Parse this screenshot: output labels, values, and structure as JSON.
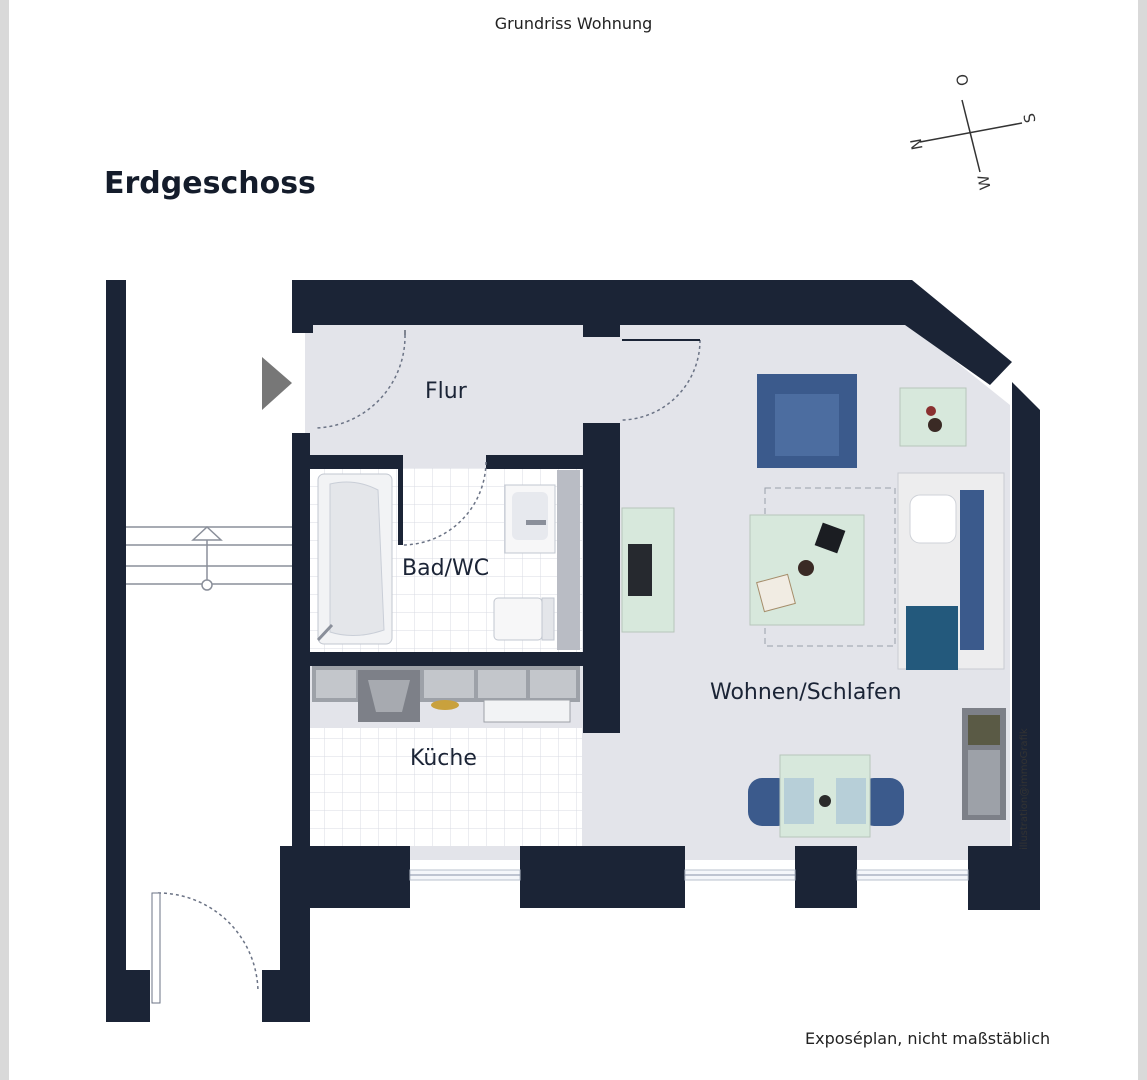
{
  "header": {
    "title": "Grundriss Wohnung"
  },
  "floor": {
    "name": "Erdgeschoss"
  },
  "rooms": {
    "flur": "Flur",
    "bad": "Bad/WC",
    "kueche": "Küche",
    "wohnen": "Wohnen/Schlafen"
  },
  "compass": {
    "north": "N",
    "south": "S",
    "east": "O",
    "west": "W"
  },
  "credit": "illustration@immoGrafik",
  "footer": {
    "note": "Exposéplan, nicht maßstäblich"
  },
  "colors": {
    "wall": "#1b2436",
    "floor": "#e3e4ea",
    "tile": "#ffffff",
    "furniture_blue": "#3b5a8c",
    "table_green": "#d7e8dc",
    "entry_arrow": "#777777"
  }
}
